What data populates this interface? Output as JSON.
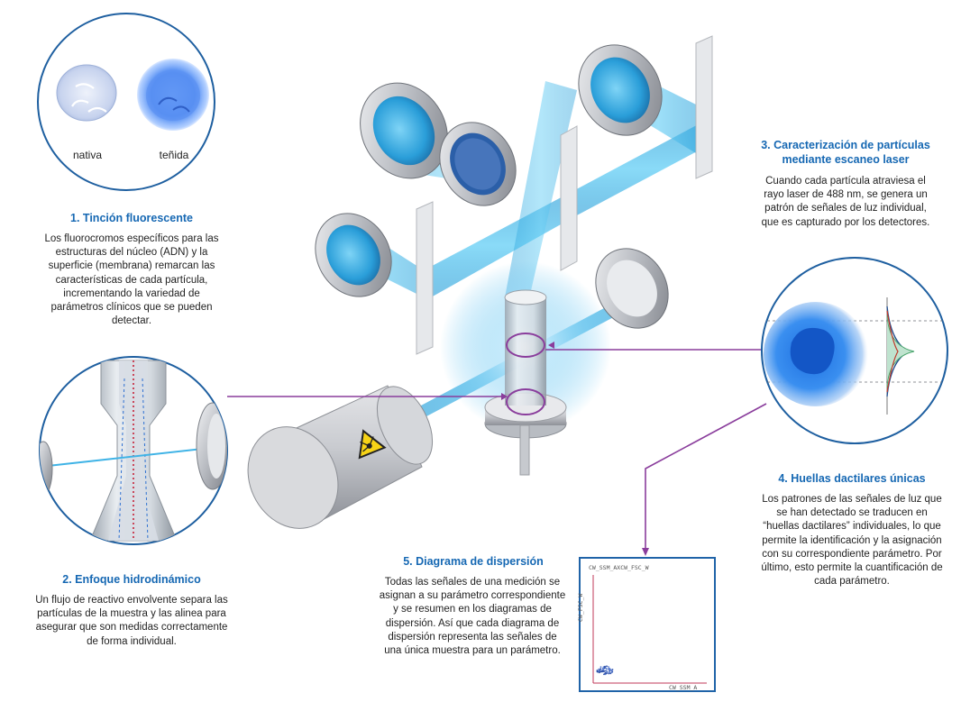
{
  "colors": {
    "title_blue": "#1668b3",
    "beam_blue": "#3fb3e6",
    "callout_purple": "#8a3d9c",
    "plot_frame": "#1f63a8"
  },
  "icons": [
    "laser-warning-icon"
  ],
  "steps": [
    {
      "title": "1. Tinción fluorescente",
      "text": "Los fluorocromos específicos para las estructuras del núcleo (ADN) y la superficie (membrana) remarcan las características de cada partícula, incrementando la variedad de parámetros clínicos que se pueden detectar.",
      "labels": {
        "native": "nativa",
        "stained": "teñida"
      }
    },
    {
      "title": "2. Enfoque hidrodinámico",
      "text": "Un flujo de reactivo envolvente separa las partículas de la muestra y las alinea para asegurar que son medidas correctamente de forma individual."
    },
    {
      "title": "3. Caracterización de partículas mediante escaneo laser",
      "text": "Cuando cada partícula atraviesa el rayo laser de 488 nm, se genera un patrón de señales de luz individual, que es capturado por los detectores."
    },
    {
      "title": "4. Huellas dactilares únicas",
      "text": "Los patrones de las señales de luz que se han detectado se traducen en “huellas dactilares” individuales, lo que permite la identificación y la asignación con su correspondiente parámetro. Por último, esto permite la cuantificación de cada parámetro."
    },
    {
      "title": "5. Diagrama de dispersión",
      "text": "Todas las señales de una medición se asignan a su parámetro correspondiente y se resumen en los diagramas de dispersión. Así que cada diagrama de dispersión representa las señales de una única muestra para un parámetro."
    }
  ],
  "scatter": {
    "title": "CW_SSM_AXCW_FSC_W",
    "xlabel": "CW_SSM_A",
    "ylabel": "CW_FSC_W"
  }
}
